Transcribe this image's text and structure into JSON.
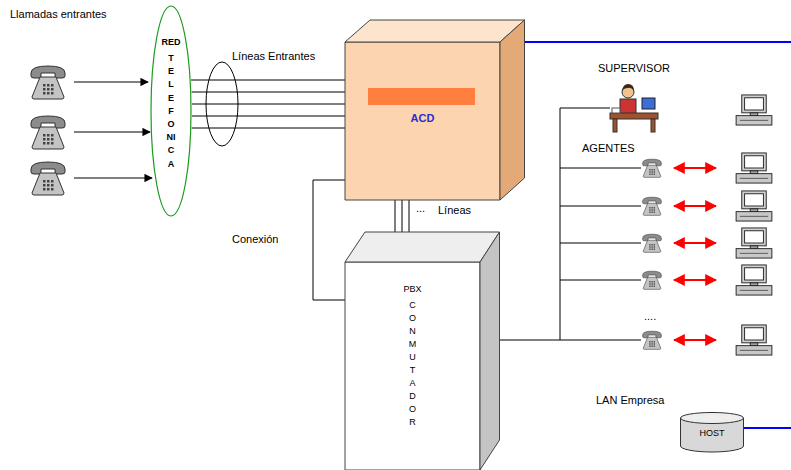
{
  "diagram": {
    "nodes": [
      {
        "text": [
          "RED",
          "TELEFONICA"
        ]
      },
      {
        "text": [
          "ACD"
        ]
      },
      {
        "text": [
          "PBX",
          "CONMUTADOR"
        ]
      },
      {
        "text": [
          "HOST"
        ]
      }
    ],
    "edges": [
      {
        "from": 0,
        "to": 1,
        "arrow": "none",
        "label": "Líneas Entrantes"
      },
      {
        "from": 1,
        "to": 2,
        "arrow": "none",
        "label": "Líneas"
      },
      {
        "from": 1,
        "to": 2,
        "arrow": "none",
        "label": "Conexión"
      }
    ],
    "labels": [
      "Llamadas entrantes",
      "...",
      "SUPERVISOR",
      "AGENTES",
      "....",
      "LAN Empresa"
    ]
  }
}
